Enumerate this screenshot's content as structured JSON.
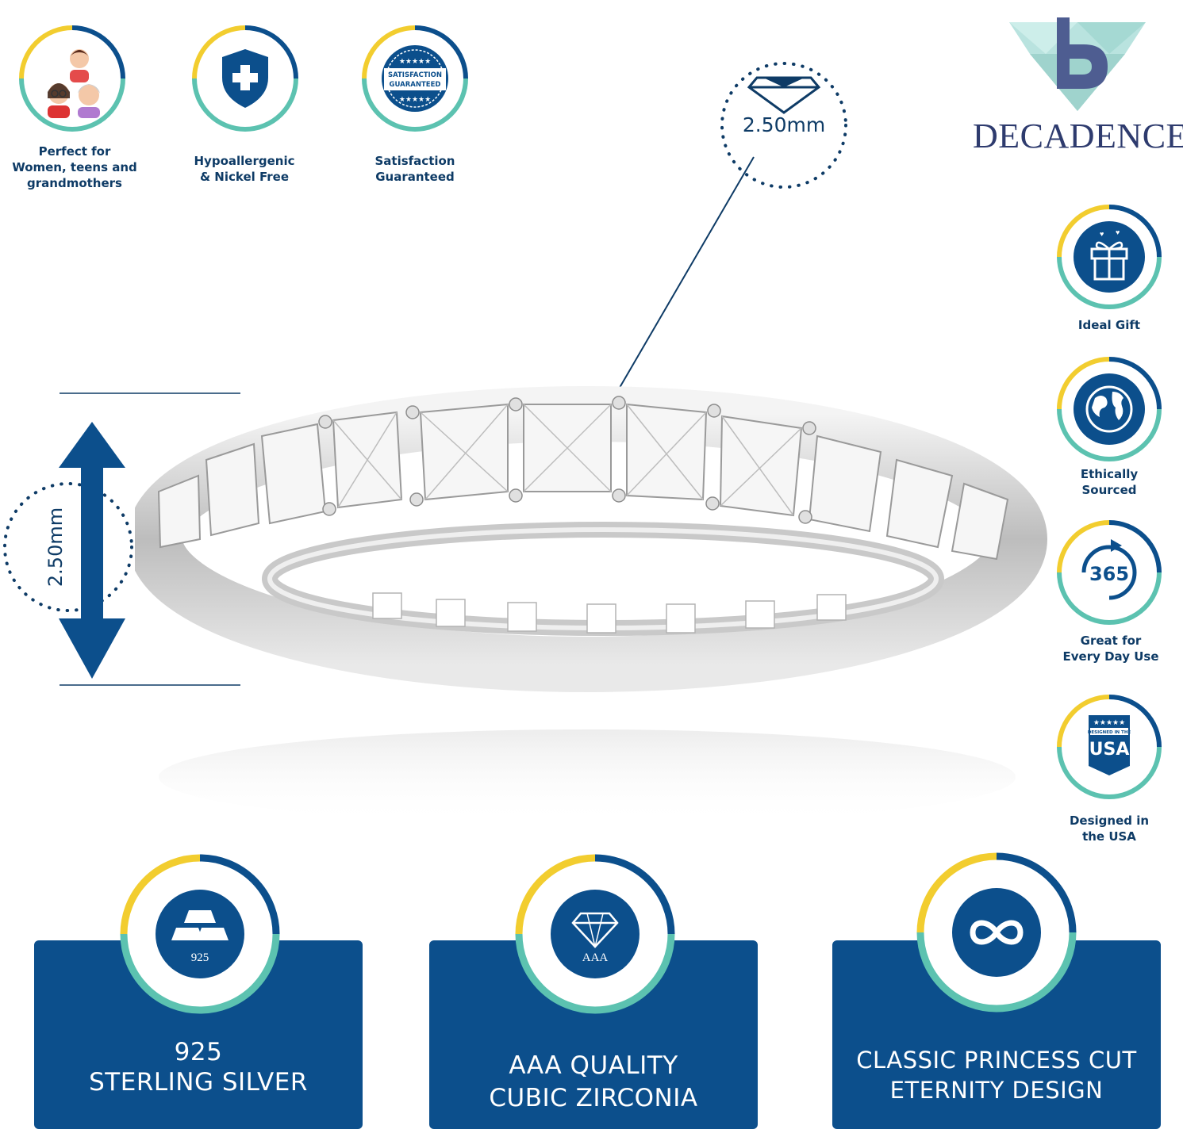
{
  "brand": {
    "name": "Decadence"
  },
  "top_features": [
    {
      "label": "Perfect for\nWomen, teens and\ngrandmothers",
      "icon": "women-group-icon"
    },
    {
      "label": "Hypoallergenic\n& Nickel Free",
      "icon": "shield-plus-icon"
    },
    {
      "label": "Satisfaction\nGuaranteed",
      "icon": "satisfaction-seal-icon"
    }
  ],
  "satisfaction_seal": {
    "line1": "SATISFACTION",
    "line2": "GUARANTEED"
  },
  "side_features": [
    {
      "label": "Ideal Gift",
      "icon": "gift-icon"
    },
    {
      "label": "Ethically\nSourced",
      "icon": "globe-icon"
    },
    {
      "label": "Great for\nEvery Day Use",
      "icon": "calendar-365-icon",
      "badge_text": "365"
    },
    {
      "label": "Designed in\nthe USA",
      "icon": "usa-flag-icon",
      "badge_top": "DESIGNED IN THE",
      "badge_text": "USA"
    }
  ],
  "dimensions": {
    "stone_size": "2.50mm",
    "band_width": "2.50mm"
  },
  "panels": [
    {
      "line1": "925",
      "line2": "STERLING SILVER",
      "icon": "silver-bars-icon",
      "icon_text": "925"
    },
    {
      "line1": "AAA QUALITY",
      "line2": "CUBIC ZIRCONIA",
      "icon": "diamond-icon",
      "icon_text": "AAA"
    },
    {
      "line1": "CLASSIC PRINCESS CUT",
      "line2": "ETERNITY DESIGN",
      "icon": "infinity-icon"
    }
  ],
  "colors": {
    "navy": "#0c4f8c",
    "gold": "#f2cd2f",
    "teal": "#5cc2b0",
    "text": "#0e3b66"
  }
}
